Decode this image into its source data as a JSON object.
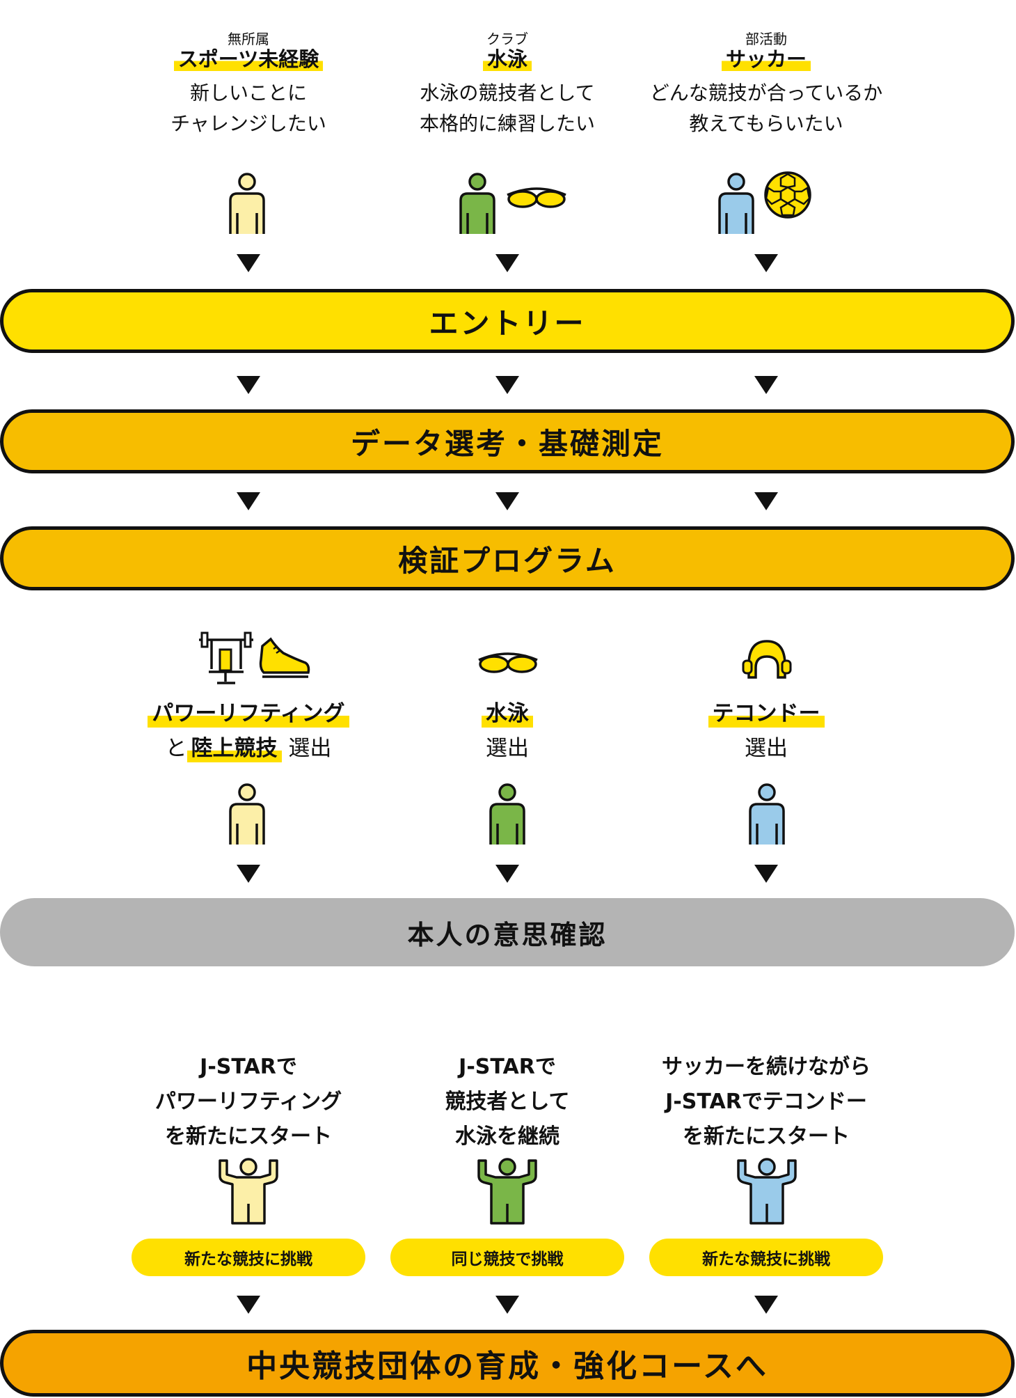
{
  "columns": [
    {
      "tag": "無所属",
      "title": "スポーツ未経験",
      "desc_lines": [
        "新しいことに",
        "チャレンジしたい"
      ],
      "color": "#FCEFA8",
      "extra_icon": "none",
      "selection": {
        "hl1": "パワーリフティング",
        "mid": "と",
        "hl2": "陸上競技",
        "suffix": "選出"
      },
      "result_lines": [
        "J-STARで",
        "パワーリフティング",
        "を新たにスタート"
      ],
      "badge": "新たな競技に挑戦"
    },
    {
      "tag": "クラブ",
      "title": "水泳",
      "desc_lines": [
        "水泳の競技者として",
        "本格的に練習したい"
      ],
      "color": "#7AB648",
      "extra_icon": "goggles-icon",
      "selection": {
        "hl1": "水泳",
        "suffix": "選出"
      },
      "result_lines": [
        "J-STARで",
        "競技者として",
        "水泳を継続"
      ],
      "badge": "同じ競技で挑戦"
    },
    {
      "tag": "部活動",
      "title": "サッカー",
      "desc_lines": [
        "どんな競技が合っているか",
        "教えてもらいたい"
      ],
      "color": "#9ACBEA",
      "extra_icon": "soccer-ball-icon",
      "selection": {
        "hl1": "テコンドー",
        "suffix": "選出"
      },
      "result_lines": [
        "サッカーを続けながら",
        "J-STARでテコンドー",
        "を新たにスタート"
      ],
      "badge": "新たな競技に挑戦"
    }
  ],
  "stages": {
    "entry": "エントリー",
    "data_selection": "データ選考・基礎測定",
    "verification": "検証プログラム",
    "intention": "本人の意思確認",
    "final": "中央競技団体の育成・強化コースへ"
  },
  "colors": {
    "yellow": "#FFE000",
    "amber": "#F7BD00",
    "orange": "#F5A300",
    "gray": "#B4B4B4"
  }
}
